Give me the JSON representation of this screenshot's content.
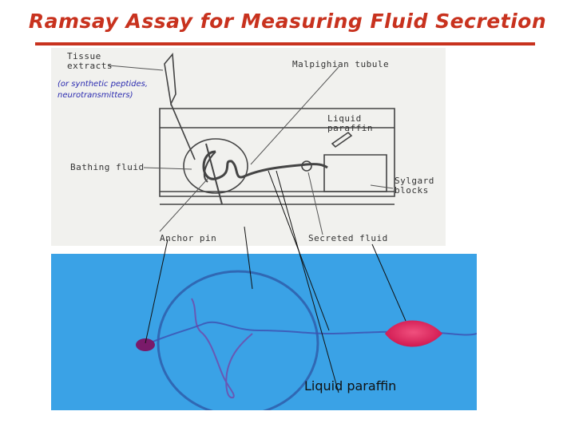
{
  "title": "Ramsay Assay for Measuring Fluid Secretion",
  "diagram": {
    "labels": {
      "tissue_extracts_line1": "Tissue",
      "tissue_extracts_line2": "extracts",
      "malpighian_tubule": "Malpighian tubule",
      "liquid_paraffin_line1": "Liquid",
      "liquid_paraffin_line2": "paraffin",
      "bathing_fluid": "Bathing fluid",
      "sylgard_line1": "Sylgard",
      "sylgard_line2": "blocks",
      "anchor_pin": "Anchor pin",
      "secreted_fluid": "Secreted fluid"
    },
    "overlay": {
      "line1": "(or synthetic peptides,",
      "line2": "neurotransmitters)"
    }
  },
  "photo": {
    "callout": "Liquid paraffin"
  },
  "colors": {
    "title": "#c8321e",
    "photo_background": "#3aa2e6",
    "droplet": "#e0205a",
    "anchor_blob": "#7a1a6a"
  }
}
